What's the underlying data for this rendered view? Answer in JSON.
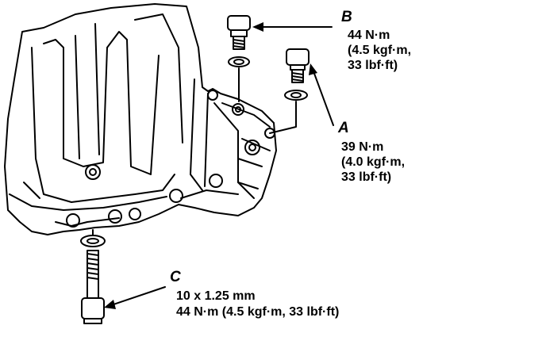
{
  "callouts": {
    "b": {
      "letter": "B",
      "lines": [
        "44 N·m",
        "(4.5 kgf·m,",
        "33 lbf·ft)"
      ]
    },
    "a": {
      "letter": "A",
      "lines": [
        "39 N·m",
        "(4.0 kgf·m,",
        "33 lbf·ft)"
      ]
    },
    "c": {
      "letter": "C",
      "lines": [
        "10 x 1.25 mm",
        "44 N·m (4.5 kgf·m, 33 lbf·ft)"
      ]
    }
  },
  "colors": {
    "ink": "#000000",
    "paper": "#ffffff"
  }
}
